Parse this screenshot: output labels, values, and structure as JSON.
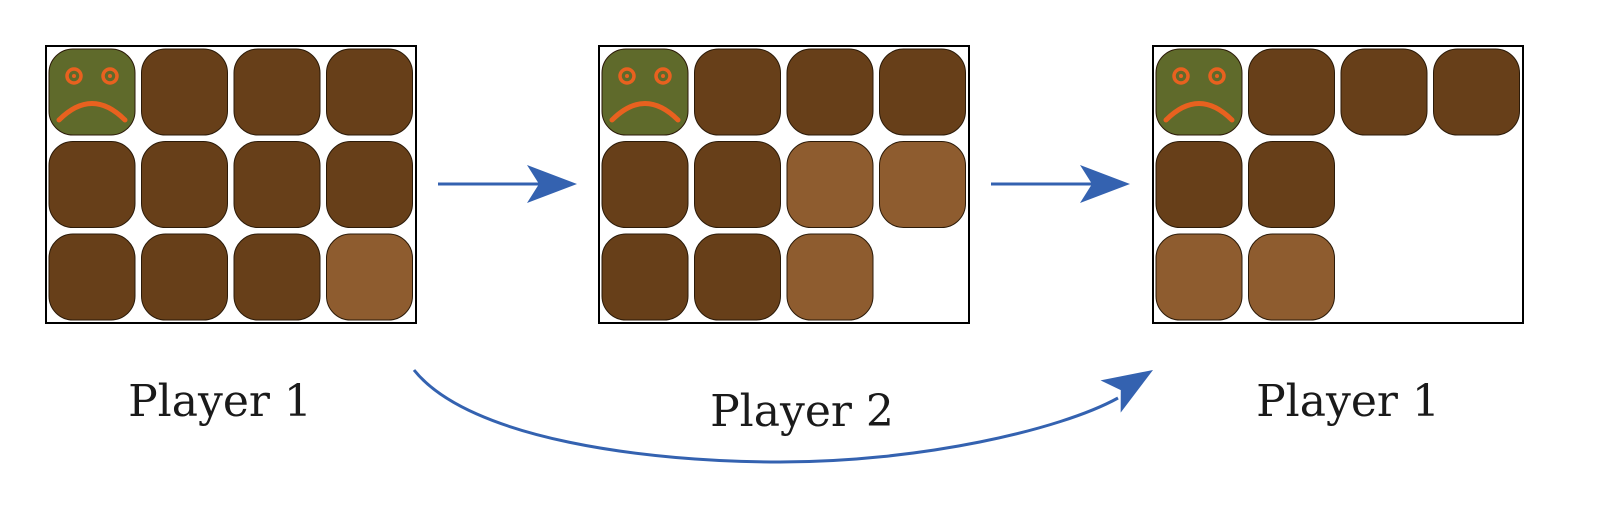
{
  "diagram": {
    "colors": {
      "dark_square": "#673f19",
      "light_square": "#8e5c2f",
      "poison_square": "#5f6a2b",
      "face": "#e8611f",
      "arrow": "#3462b0",
      "frame": "#000000"
    },
    "boards": [
      {
        "label": "Player 1",
        "squares": [
          [
            "poison",
            "dark",
            "dark",
            "dark"
          ],
          [
            "dark",
            "dark",
            "dark",
            "dark"
          ],
          [
            "dark",
            "dark",
            "dark",
            "light"
          ]
        ]
      },
      {
        "label": "Player 2",
        "squares": [
          [
            "poison",
            "dark",
            "dark",
            "dark"
          ],
          [
            "dark",
            "dark",
            "light",
            "light"
          ],
          [
            "dark",
            "dark",
            "light",
            "empty"
          ]
        ]
      },
      {
        "label": "Player 1",
        "squares": [
          [
            "poison",
            "dark",
            "dark",
            "dark"
          ],
          [
            "dark",
            "dark",
            "empty",
            "empty"
          ],
          [
            "light",
            "light",
            "empty",
            "empty"
          ]
        ]
      }
    ],
    "face_icon": "sad-face-icon",
    "arrow_icon": "arrow-right-icon"
  }
}
